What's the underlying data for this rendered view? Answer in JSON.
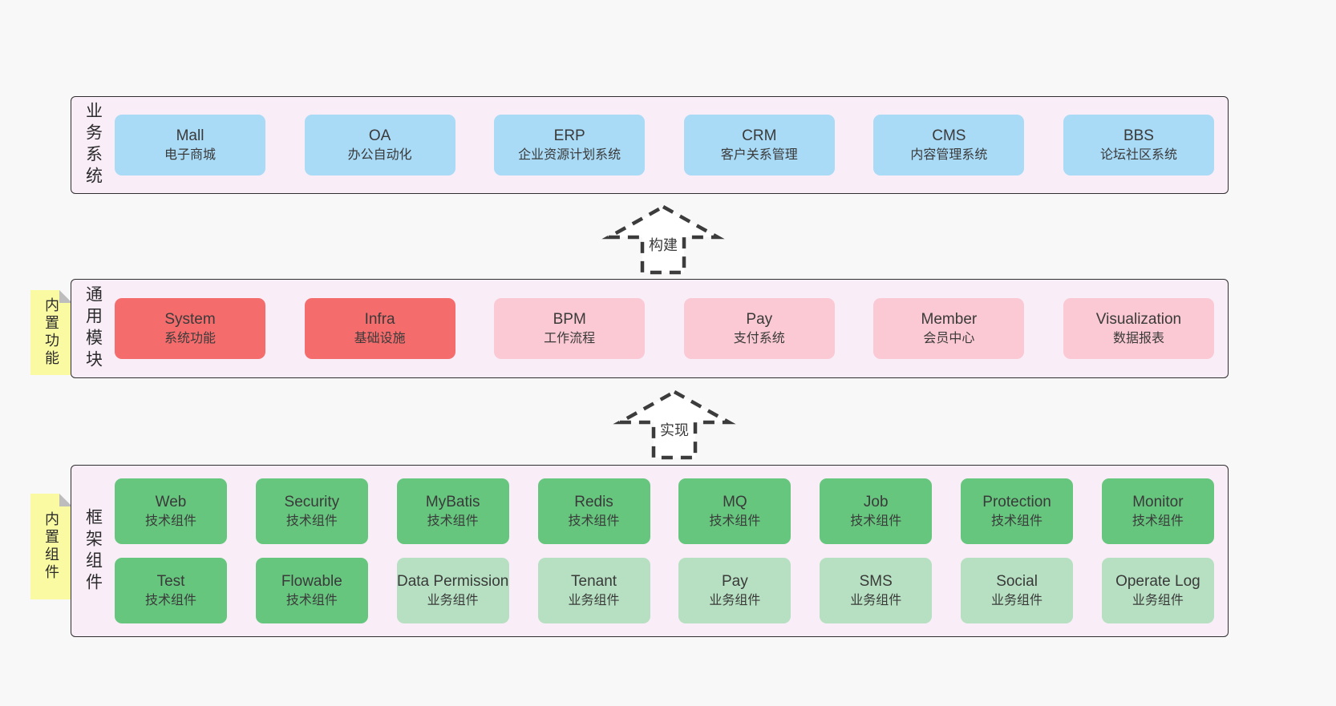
{
  "colors": {
    "page_bg": "#f8f8f8",
    "band_bg": "#f9eef8",
    "band_border": "#2f2f2f",
    "blue_box": "#a9daf6",
    "red_box": "#f56c6c",
    "pink_box": "#fbc9d3",
    "green_dark_box": "#66c67e",
    "green_light_box": "#b6e0c1",
    "sticky_yellow": "#fafaa3",
    "arrow_stroke": "#3c3c3c"
  },
  "arrows": [
    {
      "label": "构建"
    },
    {
      "label": "实现"
    }
  ],
  "bands": [
    {
      "label": "业务系统",
      "boxes": [
        {
          "title": "Mall",
          "subtitle": "电子商城"
        },
        {
          "title": "OA",
          "subtitle": "办公自动化"
        },
        {
          "title": "ERP",
          "subtitle": "企业资源计划系统"
        },
        {
          "title": "CRM",
          "subtitle": "客户关系管理"
        },
        {
          "title": "CMS",
          "subtitle": "内容管理系统"
        },
        {
          "title": "BBS",
          "subtitle": "论坛社区系统"
        }
      ]
    },
    {
      "label": "通用模块",
      "sticky": "内置功能",
      "boxes": [
        {
          "title": "System",
          "subtitle": "系统功能"
        },
        {
          "title": "Infra",
          "subtitle": "基础设施"
        },
        {
          "title": "BPM",
          "subtitle": "工作流程"
        },
        {
          "title": "Pay",
          "subtitle": "支付系统"
        },
        {
          "title": "Member",
          "subtitle": "会员中心"
        },
        {
          "title": "Visualization",
          "subtitle": "数据报表"
        }
      ]
    },
    {
      "label": "框架组件",
      "sticky": "内置组件",
      "rows": [
        [
          {
            "title": "Web",
            "subtitle": "技术组件"
          },
          {
            "title": "Security",
            "subtitle": "技术组件"
          },
          {
            "title": "MyBatis",
            "subtitle": "技术组件"
          },
          {
            "title": "Redis",
            "subtitle": "技术组件"
          },
          {
            "title": "MQ",
            "subtitle": "技术组件"
          },
          {
            "title": "Job",
            "subtitle": "技术组件"
          },
          {
            "title": "Protection",
            "subtitle": "技术组件"
          },
          {
            "title": "Monitor",
            "subtitle": "技术组件"
          }
        ],
        [
          {
            "title": "Test",
            "subtitle": "技术组件"
          },
          {
            "title": "Flowable",
            "subtitle": "技术组件"
          },
          {
            "title": "Data Permission",
            "subtitle": "业务组件"
          },
          {
            "title": "Tenant",
            "subtitle": "业务组件"
          },
          {
            "title": "Pay",
            "subtitle": "业务组件"
          },
          {
            "title": "SMS",
            "subtitle": "业务组件"
          },
          {
            "title": "Social",
            "subtitle": "业务组件"
          },
          {
            "title": "Operate Log",
            "subtitle": "业务组件"
          }
        ]
      ]
    }
  ]
}
